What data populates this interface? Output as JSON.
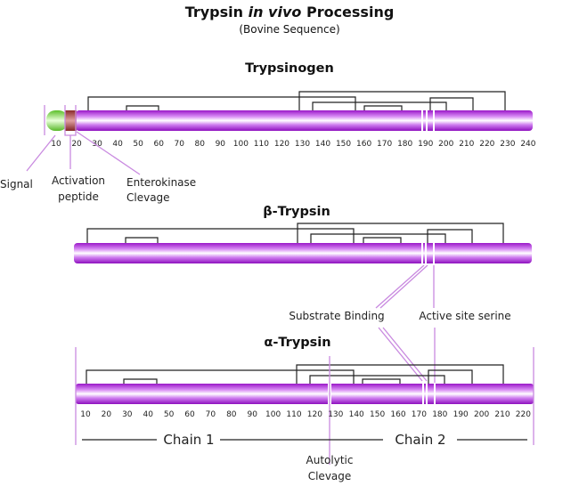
{
  "title": {
    "prefix": "Trypsin ",
    "italic": "in vivo",
    "suffix": " Processing",
    "subtitle": "(Bovine Sequence)"
  },
  "colors": {
    "bar": "#a020d0",
    "signal": "#7ed04a",
    "activation": "#a0403a",
    "bracket": "#222222",
    "pointer": "#c98ae0"
  },
  "trypsinogen": {
    "label": "Trypsinogen",
    "ticks": [
      "10",
      "20",
      "30",
      "40",
      "50",
      "60",
      "70",
      "80",
      "90",
      "100",
      "110",
      "120",
      "130",
      "140",
      "150",
      "160",
      "170",
      "180",
      "190",
      "200",
      "210",
      "220",
      "230",
      "240"
    ],
    "annotations": {
      "signal": "Signal",
      "activation_1": "Activation",
      "activation_2": "peptide",
      "enterokinase_1": "Enterokinase",
      "enterokinase_2": "Clevage"
    }
  },
  "beta": {
    "label": "β-Trypsin",
    "substrate": "Substrate Binding",
    "active": "Active site serine"
  },
  "alpha": {
    "label": "α-Trypsin",
    "ticks": [
      "10",
      "20",
      "30",
      "40",
      "50",
      "60",
      "70",
      "80",
      "90",
      "100",
      "110",
      "120",
      "130",
      "140",
      "150",
      "160",
      "170",
      "180",
      "190",
      "200",
      "210",
      "220"
    ],
    "chain1": "Chain 1",
    "chain2": "Chain 2",
    "autolytic_1": "Autolytic",
    "autolytic_2": "Clevage"
  }
}
